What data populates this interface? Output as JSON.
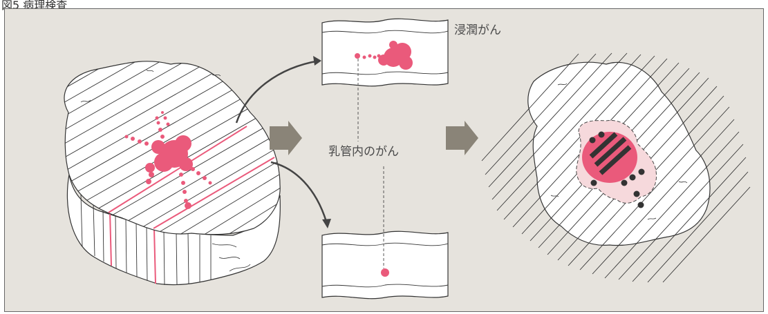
{
  "figure": {
    "title": "図5 病理検査"
  },
  "labels": {
    "invasive_cancer": "浸潤がん",
    "intraductal_cancer": "乳管内のがん"
  },
  "colors": {
    "panel_background": "#e6e3dd",
    "tissue_fill": "#ffffff",
    "outline": "#333333",
    "cancer": "#ea5a7b",
    "cancer_halo": "#f6d9dc",
    "marker": "#333333",
    "arrow": "#444444",
    "step_arrow": "#8a8478"
  }
}
